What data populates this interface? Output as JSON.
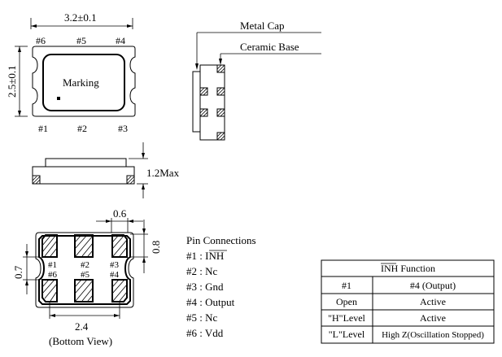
{
  "top_view": {
    "width_dim": "3.2±0.1",
    "height_dim": "2.5±0.1",
    "marking": "Marking",
    "pins_top": [
      "#6",
      "#5",
      "#4"
    ],
    "pins_bottom": [
      "#1",
      "#2",
      "#3"
    ]
  },
  "side_view_right": {
    "metal_cap": "Metal Cap",
    "ceramic_base": "Ceramic Base"
  },
  "side_view_bottom": {
    "height_dim": "1.2Max"
  },
  "bottom_view": {
    "pad_width_dim": "0.6",
    "pad_height_dim": "0.8",
    "pad_gap_dim": "0.7",
    "pitch_dim": "2.4",
    "caption": "(Bottom View)",
    "pins_upper": [
      "#1",
      "#2",
      "#3"
    ],
    "pins_lower": [
      "#6",
      "#5",
      "#4"
    ]
  },
  "pin_connections": {
    "title": "Pin Connections",
    "rows": [
      {
        "pin": "#1 : ",
        "name": "INH"
      },
      {
        "pin": "#2 : ",
        "name": "Nc"
      },
      {
        "pin": "#3 : ",
        "name": "Gnd"
      },
      {
        "pin": "#4 : ",
        "name": "Output"
      },
      {
        "pin": "#5 : ",
        "name": "Nc"
      },
      {
        "pin": "#6 : ",
        "name": "Vdd"
      }
    ]
  },
  "inh_table": {
    "title_overline": "INH",
    "title_rest": " Function",
    "header": [
      "#1",
      "#4  (Output)"
    ],
    "rows": [
      [
        "Open",
        "Active"
      ],
      [
        "\"H\"Level",
        "Active"
      ],
      [
        "\"L\"Level",
        "High Z(Oscillation Stopped)"
      ]
    ]
  }
}
